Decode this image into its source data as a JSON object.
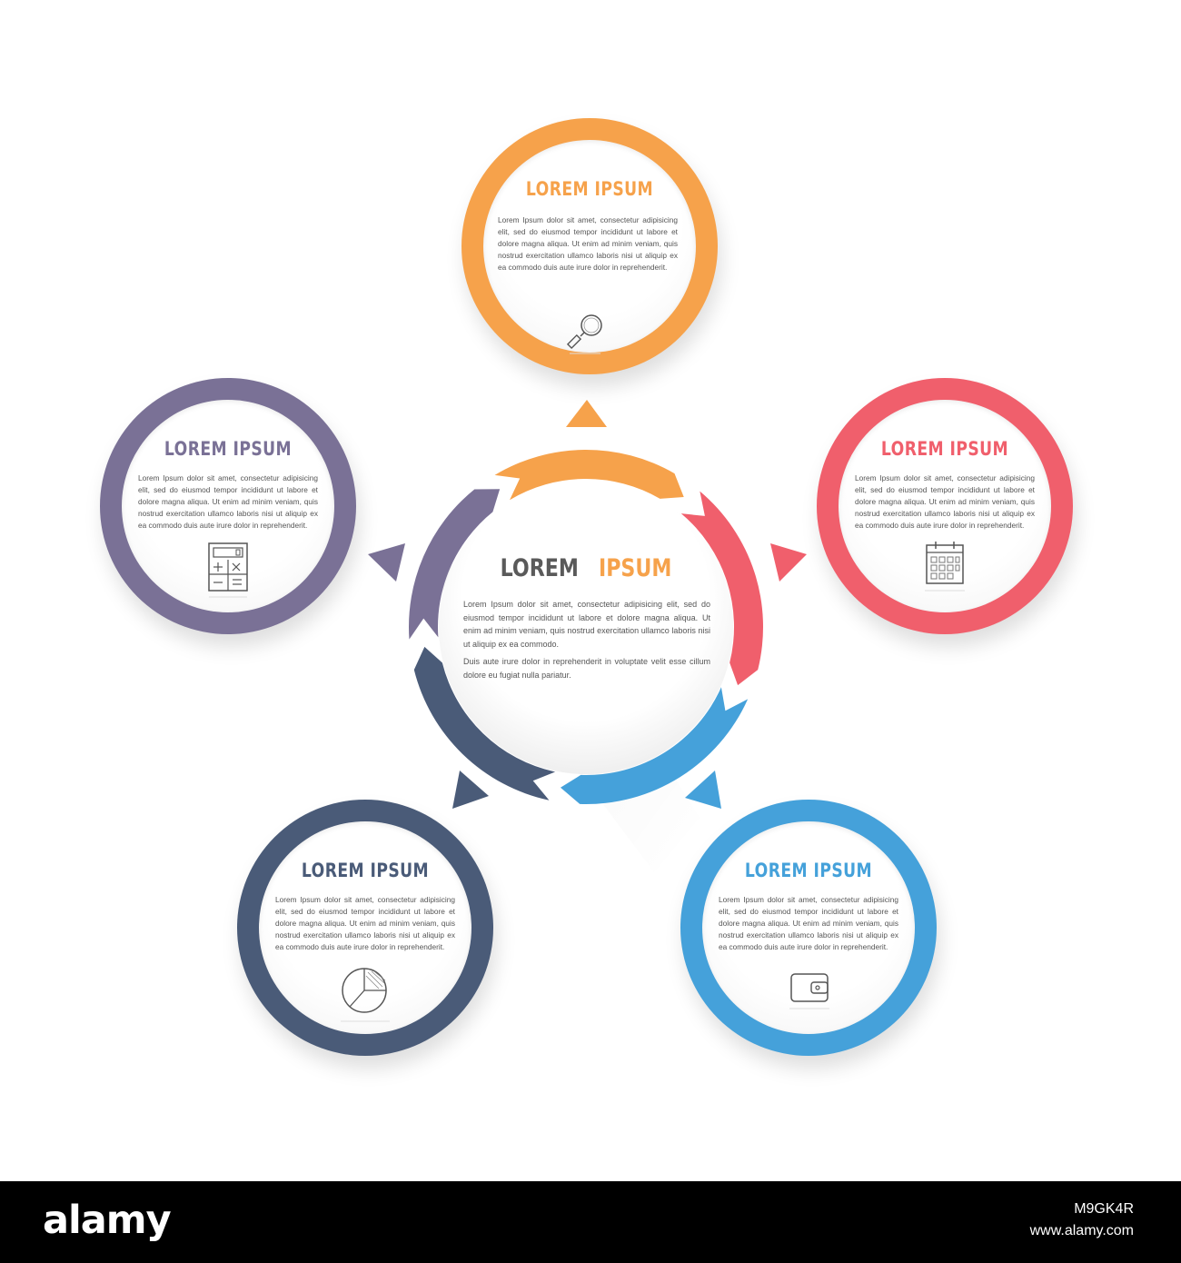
{
  "colors": {
    "orange": "#f6a24b",
    "red": "#f05f6c",
    "blue": "#45a1da",
    "navy": "#4a5b78",
    "purple": "#7a7196",
    "dark_text": "#5a5a5a"
  },
  "center": {
    "title_word1": "LOREM",
    "title_word2": "IPSUM",
    "paragraph1": "Lorem Ipsum dolor sit amet, consectetur adipisicing elit, sed do eiusmod tempor incididunt ut labore et dolore magna aliqua. Ut enim ad minim veniam, quis nostrud exercitation ullamco laboris nisi ut aliquip ex ea commodo.",
    "paragraph2": "Duis aute irure dolor in reprehenderit in voluptate velit esse cillum dolore eu fugiat nulla pariatur."
  },
  "nodes": [
    {
      "id": "top",
      "title": "LOREM IPSUM",
      "body": "Lorem Ipsum dolor sit amet, consectetur adipisicing elit, sed do eiusmod tempor incididunt ut labore et dolore magna aliqua. Ut enim ad minim veniam, quis nostrud exercitation ullamco laboris nisi ut aliquip ex ea commodo duis aute irure dolor in reprehenderit.",
      "icon": "magnifier-icon",
      "color": "orange"
    },
    {
      "id": "right",
      "title": "LOREM IPSUM",
      "body": "Lorem Ipsum dolor sit amet, consectetur adipisicing elit, sed do eiusmod tempor incididunt ut labore et dolore magna aliqua. Ut enim ad minim veniam, quis nostrud exercitation ullamco laboris nisi ut aliquip ex ea commodo duis aute irure dolor in reprehenderit.",
      "icon": "calendar-icon",
      "color": "red"
    },
    {
      "id": "bottom-right",
      "title": "LOREM IPSUM",
      "body": "Lorem Ipsum dolor sit amet, consectetur adipisicing elit, sed do eiusmod tempor incididunt ut labore et dolore magna aliqua. Ut enim ad minim veniam, quis nostrud exercitation ullamco laboris nisi ut aliquip ex ea commodo duis aute irure dolor in reprehenderit.",
      "icon": "wallet-icon",
      "color": "blue"
    },
    {
      "id": "bottom-left",
      "title": "LOREM IPSUM",
      "body": "Lorem Ipsum dolor sit amet, consectetur adipisicing elit, sed do eiusmod tempor incididunt ut labore et dolore magna aliqua. Ut enim ad minim veniam, quis nostrud exercitation ullamco laboris nisi ut aliquip ex ea commodo duis aute irure dolor in reprehenderit.",
      "icon": "pie-chart-icon",
      "color": "navy"
    },
    {
      "id": "left",
      "title": "LOREM IPSUM",
      "body": "Lorem Ipsum dolor sit amet, consectetur adipisicing elit, sed do eiusmod tempor incididunt ut labore et dolore magna aliqua. Ut enim ad minim veniam, quis nostrud exercitation ullamco laboris nisi ut aliquip ex ea commodo duis aute irure dolor in reprehenderit.",
      "icon": "calculator-icon",
      "color": "purple"
    }
  ],
  "footer": {
    "logo": "alamy",
    "image_id": "M9GK4R",
    "site": "www.alamy.com"
  }
}
